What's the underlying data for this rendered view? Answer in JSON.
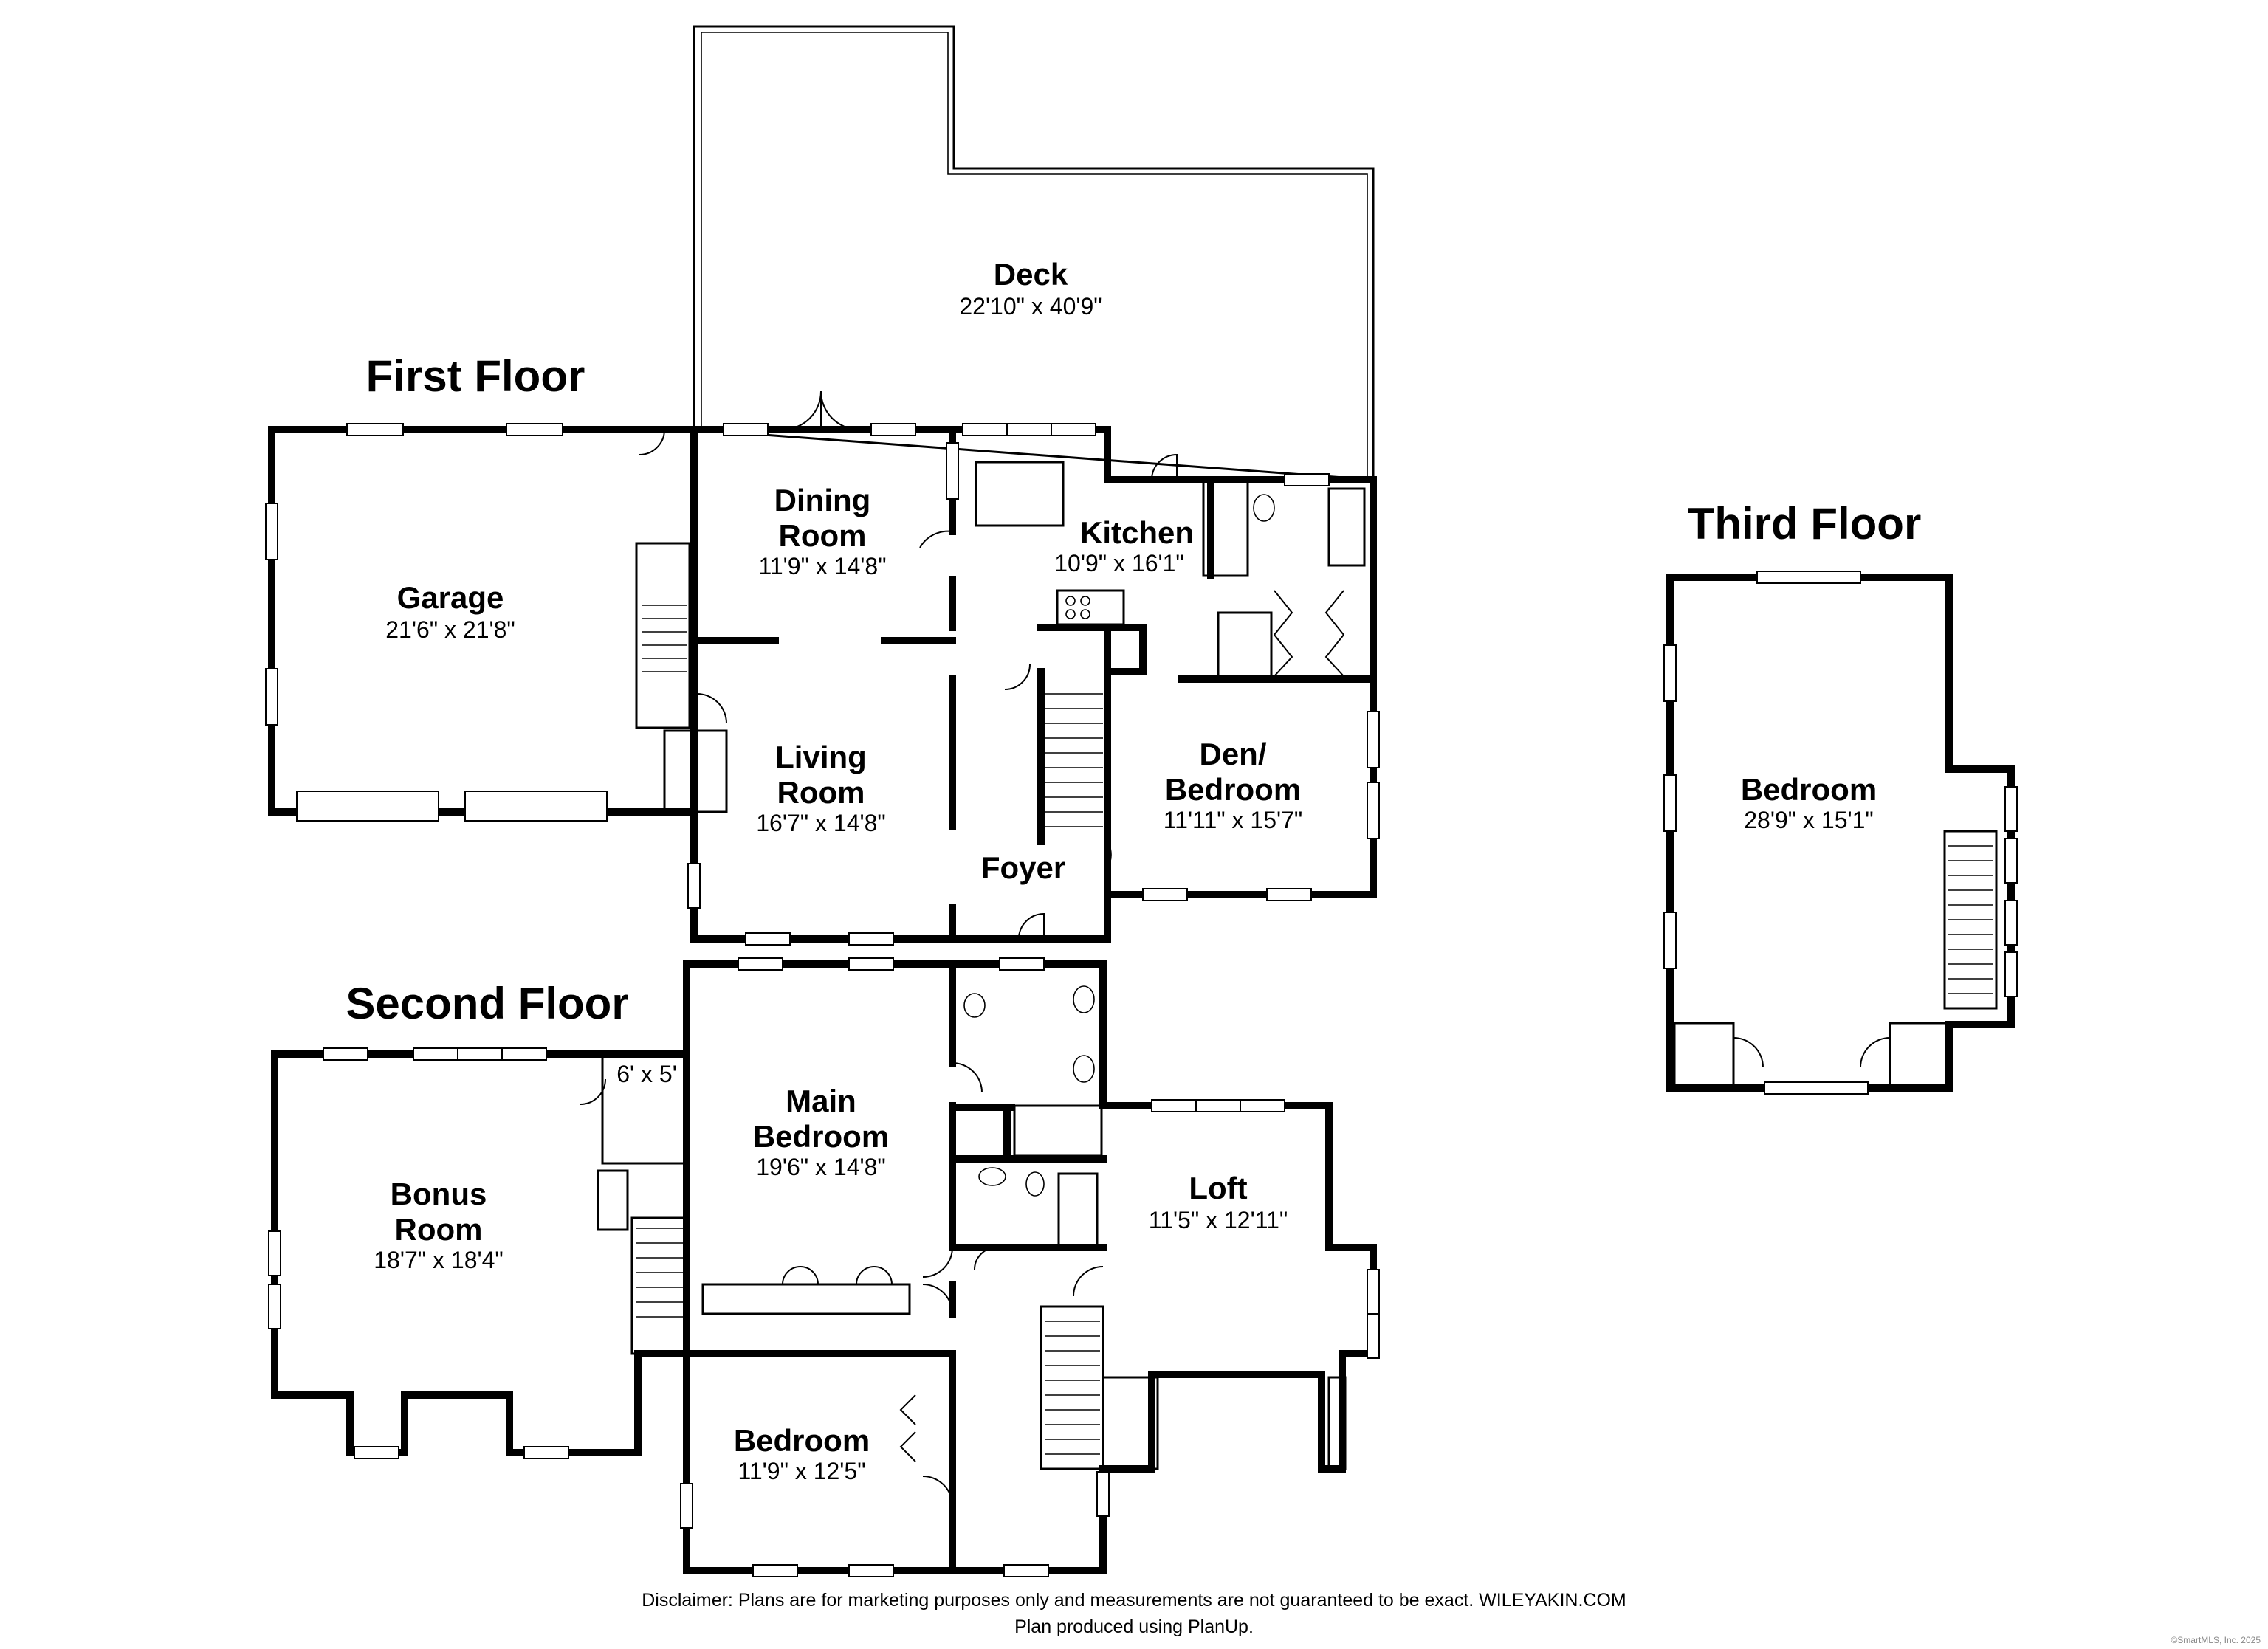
{
  "floors": {
    "first": "First Floor",
    "second": "Second Floor",
    "third": "Third Floor"
  },
  "rooms": {
    "deck": {
      "name": "Deck",
      "dims": "22'10\" x 40'9\""
    },
    "garage": {
      "name": "Garage",
      "dims": "21'6\" x 21'8\""
    },
    "dining": {
      "name_line1": "Dining",
      "name_line2": "Room",
      "dims": "11'9\" x 14'8\""
    },
    "kitchen": {
      "name": "Kitchen",
      "dims": "10'9\" x 16'1\""
    },
    "living": {
      "name_line1": "Living",
      "name_line2": "Room",
      "dims": "16'7\" x 14'8\""
    },
    "den": {
      "name_line1": "Den/",
      "name_line2": "Bedroom",
      "dims": "11'11\" x 15'7\""
    },
    "foyer": {
      "name": "Foyer"
    },
    "main_bedroom": {
      "name_line1": "Main",
      "name_line2": "Bedroom",
      "dims": "19'6\" x 14'8\""
    },
    "bonus": {
      "name_line1": "Bonus",
      "name_line2": "Room",
      "dims": "18'7\" x 18'4\""
    },
    "closet_small": {
      "dims": "6' x 5'"
    },
    "loft": {
      "name": "Loft",
      "dims": "11'5\" x 12'11\""
    },
    "bedroom_2": {
      "name": "Bedroom",
      "dims": "11'9\" x 12'5\""
    },
    "bedroom_3": {
      "name": "Bedroom",
      "dims": "28'9\" x 15'1\""
    }
  },
  "footer": {
    "line1": "Disclaimer: Plans are for marketing purposes only and measurements are not guaranteed to be exact. WILEYAKIN.COM",
    "line2": "Plan produced using PlanUp.",
    "copyright": "©SmartMLS, Inc. 2025"
  }
}
